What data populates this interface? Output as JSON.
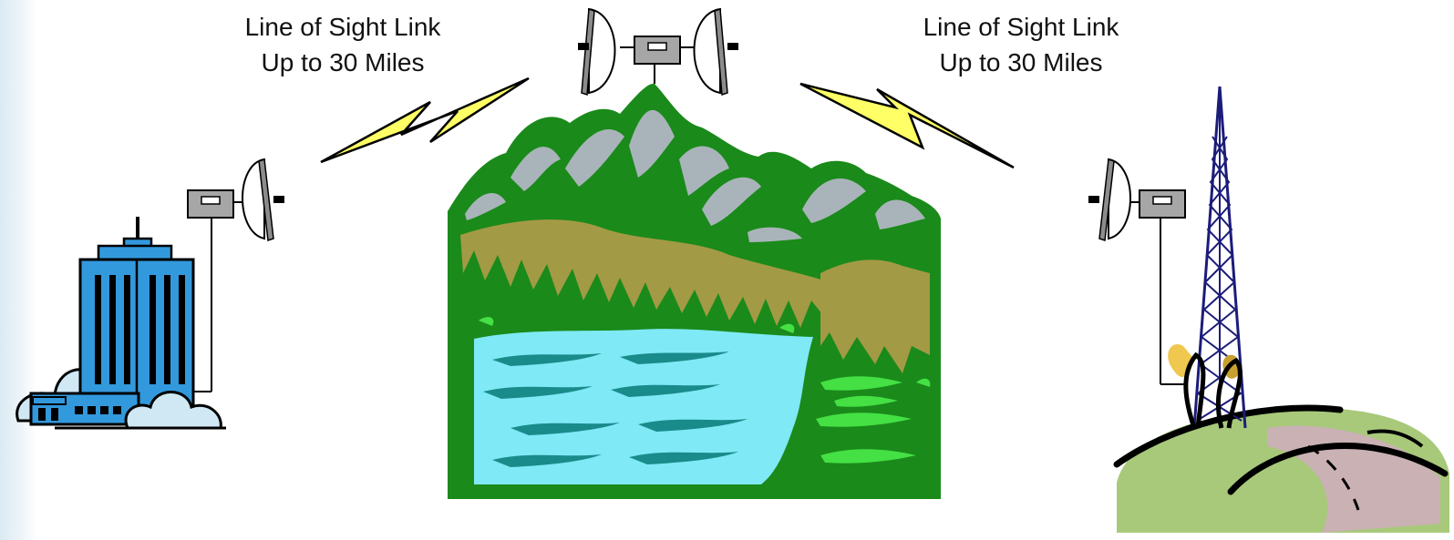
{
  "links": [
    {
      "line1": "Line of Sight Link",
      "line2": "Up to 30 Miles"
    },
    {
      "line1": "Line of Sight Link",
      "line2": "Up to 30 Miles"
    }
  ],
  "colors": {
    "building_blue": "#3399dd",
    "cloud": "#cfe8f4",
    "mountain_green": "#1a8a1a",
    "rock_gray": "#a9b4ba",
    "meadow_olive": "#a39a45",
    "water": "#7fe9f5",
    "water_dark": "#1a8b8b",
    "lightning": "#ffff66",
    "device_gray": "#a6a6a6",
    "tower_navy": "#1c1c7a",
    "hill_green": "#a8c97a",
    "road_mauve": "#c9b1b4",
    "shrub_gold": "#f0c850"
  },
  "icons": [
    "office-building-icon",
    "radio-dish-icon",
    "lightning-bolt-icon",
    "mountain-lake-icon",
    "radio-tower-icon",
    "hill-road-icon"
  ]
}
